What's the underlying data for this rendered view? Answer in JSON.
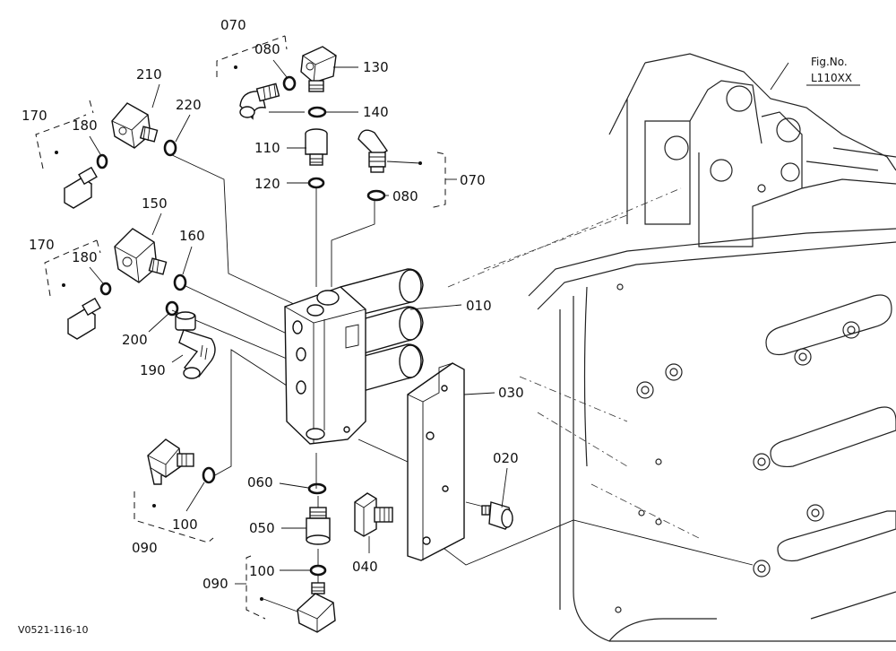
{
  "figure": {
    "fig_no_label": "Fig.No.",
    "fig_no_value": "L110XX",
    "drawing_code": "V0521-116-10"
  },
  "callouts": [
    {
      "id": "c070a",
      "text": "070"
    },
    {
      "id": "c080a",
      "text": "080"
    },
    {
      "id": "c130",
      "text": "130"
    },
    {
      "id": "c210",
      "text": "210"
    },
    {
      "id": "c220",
      "text": "220"
    },
    {
      "id": "c140",
      "text": "140"
    },
    {
      "id": "c170a",
      "text": "170"
    },
    {
      "id": "c180a",
      "text": "180"
    },
    {
      "id": "c110",
      "text": "110"
    },
    {
      "id": "c120",
      "text": "120"
    },
    {
      "id": "c080b",
      "text": "080"
    },
    {
      "id": "c070b",
      "text": "070"
    },
    {
      "id": "c150",
      "text": "150"
    },
    {
      "id": "c160",
      "text": "160"
    },
    {
      "id": "c170b",
      "text": "170"
    },
    {
      "id": "c180b",
      "text": "180"
    },
    {
      "id": "c200",
      "text": "200"
    },
    {
      "id": "c190",
      "text": "190"
    },
    {
      "id": "c010",
      "text": "010"
    },
    {
      "id": "c030",
      "text": "030"
    },
    {
      "id": "c020",
      "text": "020"
    },
    {
      "id": "c060",
      "text": "060"
    },
    {
      "id": "c050",
      "text": "050"
    },
    {
      "id": "c040",
      "text": "040"
    },
    {
      "id": "c100a",
      "text": "100"
    },
    {
      "id": "c090a",
      "text": "090"
    },
    {
      "id": "c100b",
      "text": "100"
    },
    {
      "id": "c090b",
      "text": "090"
    }
  ]
}
